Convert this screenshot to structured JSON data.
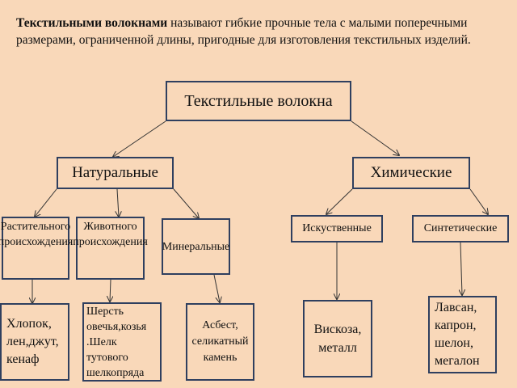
{
  "intro": {
    "term": "Текстильными волокнами",
    "text": " называют гибкие прочные тела с малыми поперечными размерами, ограниченной длины, пригодные для изготовления текстильных изделий."
  },
  "tree": {
    "root": "Текстильные волокна",
    "natural": "Натуральные",
    "chemical": "Химические",
    "plant": "Растительного происхождения",
    "animal": "Животного происхождения",
    "mineral": "Минеральные",
    "artificial": "Искуственные",
    "synthetic": "Синтетические",
    "plant_examples": "Хлопок, лен,джут, кенаф",
    "animal_examples": "Шерсть овечья,козья .Шелк тутового шелкопряда",
    "mineral_examples": "Асбест, селикатный камень",
    "artificial_examples": "Вискоза, металл",
    "synthetic_examples": "Лавсан, капрон, шелон, мегалон"
  },
  "colors": {
    "background": "#f9d8b9",
    "border": "#2f3f5f"
  }
}
